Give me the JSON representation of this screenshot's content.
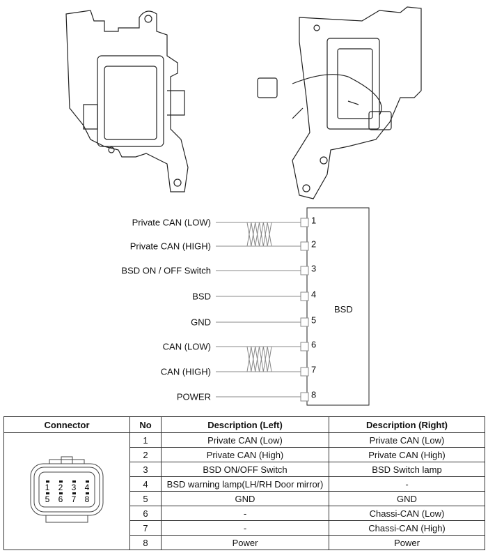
{
  "diagram": {
    "module_label": "BSD",
    "wires": [
      {
        "label": "Private CAN (LOW)",
        "pin": "1"
      },
      {
        "label": "Private CAN (HIGH)",
        "pin": "2"
      },
      {
        "label": "BSD ON / OFF Switch",
        "pin": "3"
      },
      {
        "label": "BSD",
        "pin": "4"
      },
      {
        "label": "GND",
        "pin": "5"
      },
      {
        "label": "CAN (LOW)",
        "pin": "6"
      },
      {
        "label": "CAN (HIGH)",
        "pin": "7"
      },
      {
        "label": "POWER",
        "pin": "8"
      }
    ]
  },
  "table": {
    "headers": [
      "Connector",
      "No",
      "Description (Left)",
      "Description (Right)"
    ],
    "connector_pins": [
      "1",
      "2",
      "3",
      "4",
      "5",
      "6",
      "7",
      "8"
    ],
    "rows": [
      [
        "1",
        "Private CAN (Low)",
        "Private CAN (Low)"
      ],
      [
        "2",
        "Private CAN (High)",
        "Private CAN (High)"
      ],
      [
        "3",
        "BSD ON/OFF Switch",
        "BSD Switch lamp"
      ],
      [
        "4",
        "BSD warning lamp(LH/RH Door mirror)",
        "-"
      ],
      [
        "5",
        "GND",
        "GND"
      ],
      [
        "6",
        "-",
        "Chassi-CAN (Low)"
      ],
      [
        "7",
        "-",
        "Chassi-CAN (High)"
      ],
      [
        "8",
        "Power",
        "Power"
      ]
    ]
  }
}
